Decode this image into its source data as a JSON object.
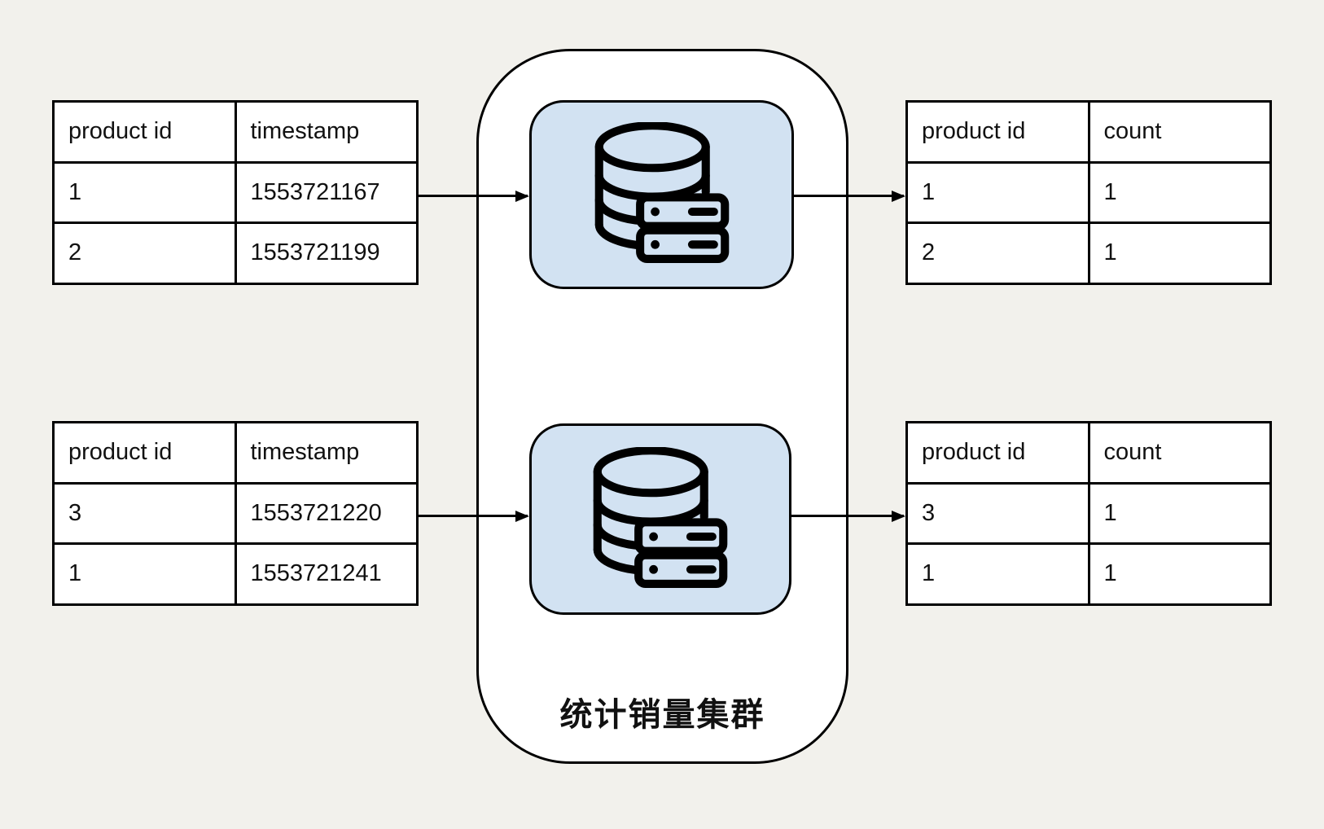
{
  "canvas": {
    "background_color": "#f2f1ec",
    "ink_color": "#000000",
    "node_fill_color": "#d2e2f2"
  },
  "cluster": {
    "label": "统计销量集群",
    "icons": [
      "database-server-icon",
      "database-server-icon"
    ]
  },
  "input_tables": [
    {
      "headers": [
        "product id",
        "timestamp"
      ],
      "rows": [
        [
          "1",
          "1553721167"
        ],
        [
          "2",
          "1553721199"
        ]
      ]
    },
    {
      "headers": [
        "product id",
        "timestamp"
      ],
      "rows": [
        [
          "3",
          "1553721220"
        ],
        [
          "1",
          "1553721241"
        ]
      ]
    }
  ],
  "output_tables": [
    {
      "headers": [
        "product id",
        "count"
      ],
      "rows": [
        [
          "1",
          "1"
        ],
        [
          "2",
          "1"
        ]
      ]
    },
    {
      "headers": [
        "product id",
        "count"
      ],
      "rows": [
        [
          "3",
          "1"
        ],
        [
          "1",
          "1"
        ]
      ]
    }
  ]
}
